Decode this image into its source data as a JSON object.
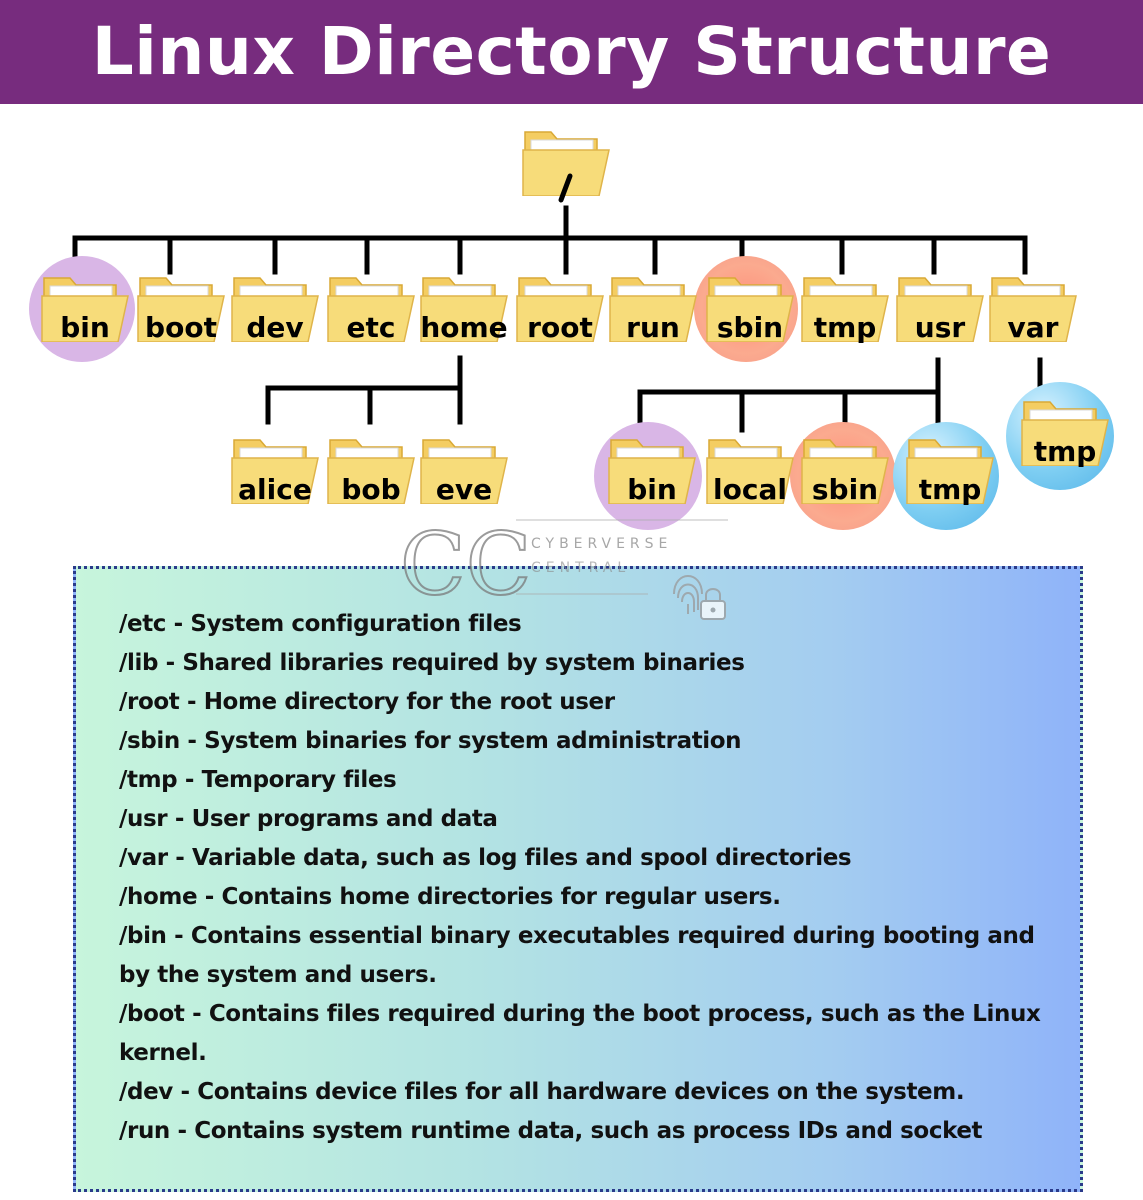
{
  "title": "Linux Directory Structure",
  "tree": {
    "root": "/",
    "top_level": [
      "bin",
      "boot",
      "dev",
      "etc",
      "home",
      "root",
      "run",
      "sbin",
      "tmp",
      "usr",
      "var"
    ],
    "home_children": [
      "alice",
      "bob",
      "eve"
    ],
    "usr_children": [
      "bin",
      "local",
      "sbin",
      "tmp"
    ],
    "var_children": [
      "tmp"
    ]
  },
  "watermark": {
    "monogram": "CC",
    "name": "CYBERVERSE",
    "sub": "CENTRAL"
  },
  "descriptions": [
    "/etc - System configuration files",
    "/lib - Shared libraries required by system binaries",
    "/root - Home directory for the root user",
    "/sbin - System binaries for system administration",
    "/tmp - Temporary files",
    "/usr - User programs and data",
    "/var - Variable data, such as log files and spool directories",
    "/home - Contains home directories for regular users.",
    "/bin - Contains essential binary executables required during booting and by the system and users.",
    "/boot - Contains files required during the boot process, such as the Linux kernel.",
    "/dev - Contains device files for all hardware devices on the system.",
    "/run - Contains system runtime data, such as process IDs and socket"
  ],
  "colors": {
    "title_bg": "#772c7e",
    "folder": "#f7dc7a",
    "highlight_bin": "#d9b6e6",
    "highlight_sbin": "#f9a08a",
    "highlight_tmp": "#7ecef2"
  }
}
